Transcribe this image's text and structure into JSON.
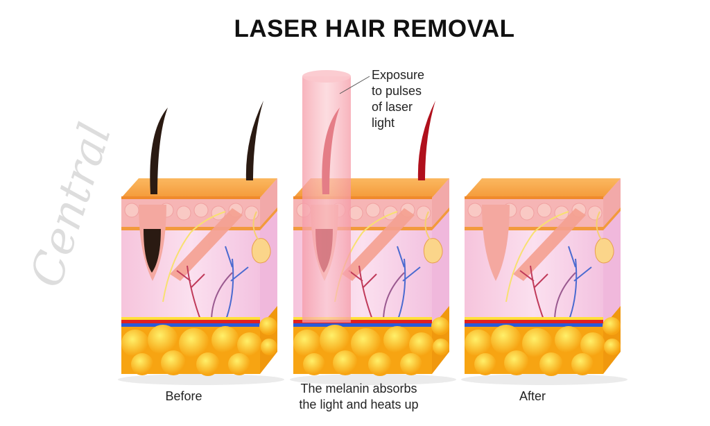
{
  "title": "LASER HAIR REMOVAL",
  "watermark": "Central",
  "annotation": [
    "Exposure",
    "to pulses",
    "of laser",
    "light"
  ],
  "panels": [
    {
      "label_lines": [
        "Before"
      ]
    },
    {
      "label_lines": [
        "The melanin absorbs",
        "the light and heats up"
      ]
    },
    {
      "label_lines": [
        "After"
      ]
    }
  ],
  "colors": {
    "skin_top": "#f7a94a",
    "dermis": "#f8d3e6",
    "fat": "#ffc21a",
    "laser": "#f5a0aa",
    "hair_before": "#2a1a12",
    "hair_heated": "#b0101c"
  }
}
